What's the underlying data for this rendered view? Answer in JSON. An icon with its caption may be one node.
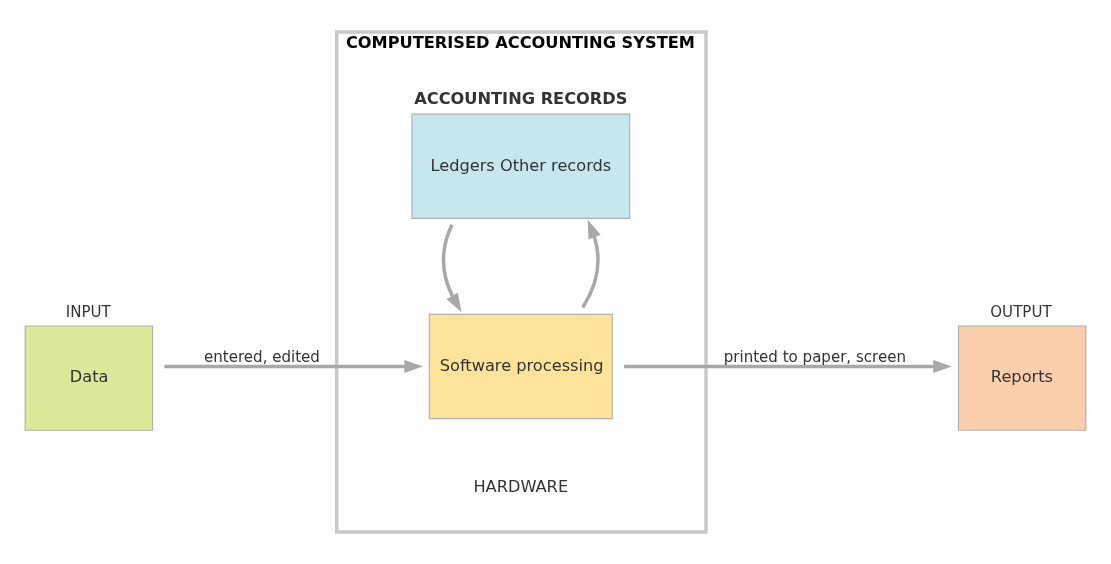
{
  "diagram": {
    "nodes": [
      {
        "text": [
          "COMPUTERISED ACCOUNTING SYSTEM"
        ]
      },
      {
        "text": [
          "INPUT",
          "Data"
        ]
      },
      {
        "text": [
          "ACCOUNTING RECORDS",
          "Ledgers Other records"
        ],
        "in": 0
      },
      {
        "text": [
          "Software processing"
        ],
        "in": 0
      },
      {
        "text": [
          "OUTPUT",
          "Reports"
        ]
      }
    ],
    "edges": [
      {
        "from": 1,
        "to": 3,
        "arrow": "to",
        "label": "entered, edited"
      },
      {
        "from": 3,
        "to": 2,
        "arrow": "to"
      },
      {
        "from": 2,
        "to": 3,
        "arrow": "to"
      },
      {
        "from": 3,
        "to": 4,
        "arrow": "to",
        "label": "printed to paper, screen"
      }
    ],
    "labels": [
      "HARDWARE"
    ]
  }
}
